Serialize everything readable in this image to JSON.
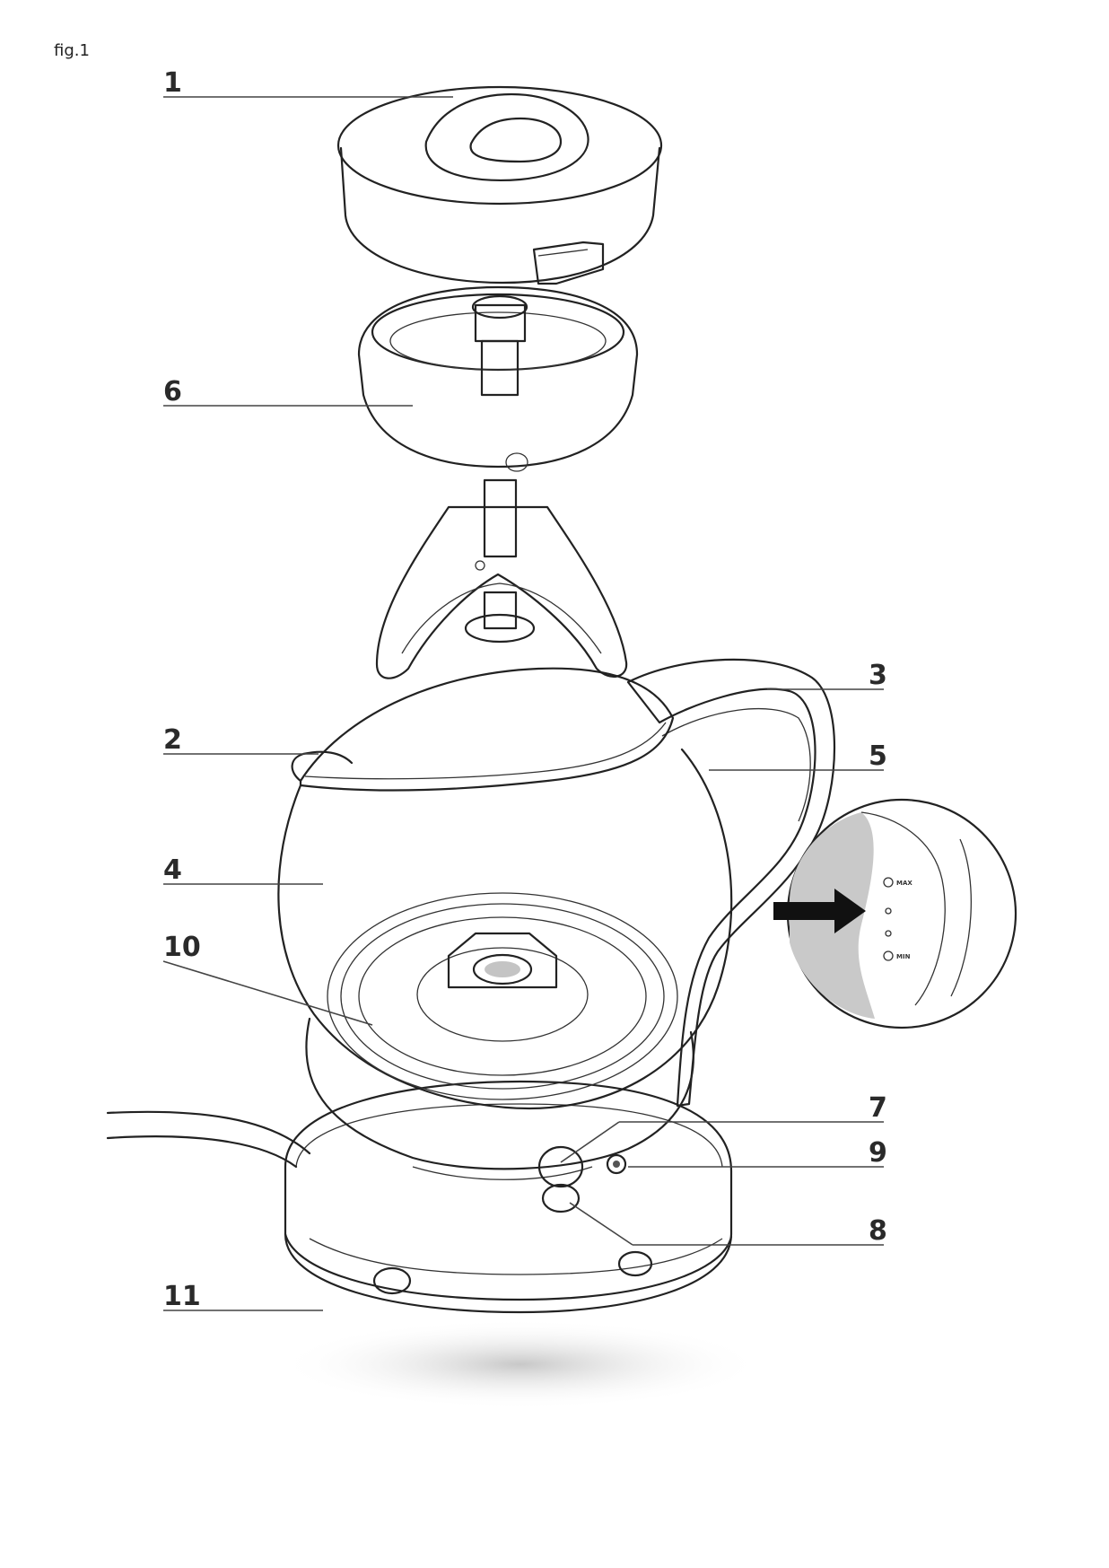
{
  "figure_label": "fig.1",
  "callouts": [
    {
      "id": "1",
      "label": "1",
      "part": "lid"
    },
    {
      "id": "2",
      "label": "2",
      "part": "spout"
    },
    {
      "id": "3",
      "label": "3",
      "part": "handle"
    },
    {
      "id": "4",
      "label": "4",
      "part": "glass-jug"
    },
    {
      "id": "5",
      "label": "5",
      "part": "water-level-indicator"
    },
    {
      "id": "6",
      "label": "6",
      "part": "tea-infuser-basket"
    },
    {
      "id": "7",
      "label": "7",
      "part": "on-off-switch"
    },
    {
      "id": "8",
      "label": "8",
      "part": "mode-button"
    },
    {
      "id": "9",
      "label": "9",
      "part": "indicator-light"
    },
    {
      "id": "10",
      "label": "10",
      "part": "heating-element"
    },
    {
      "id": "11",
      "label": "11",
      "part": "power-base"
    }
  ],
  "level_marks": [
    "MAX",
    "MIN"
  ]
}
